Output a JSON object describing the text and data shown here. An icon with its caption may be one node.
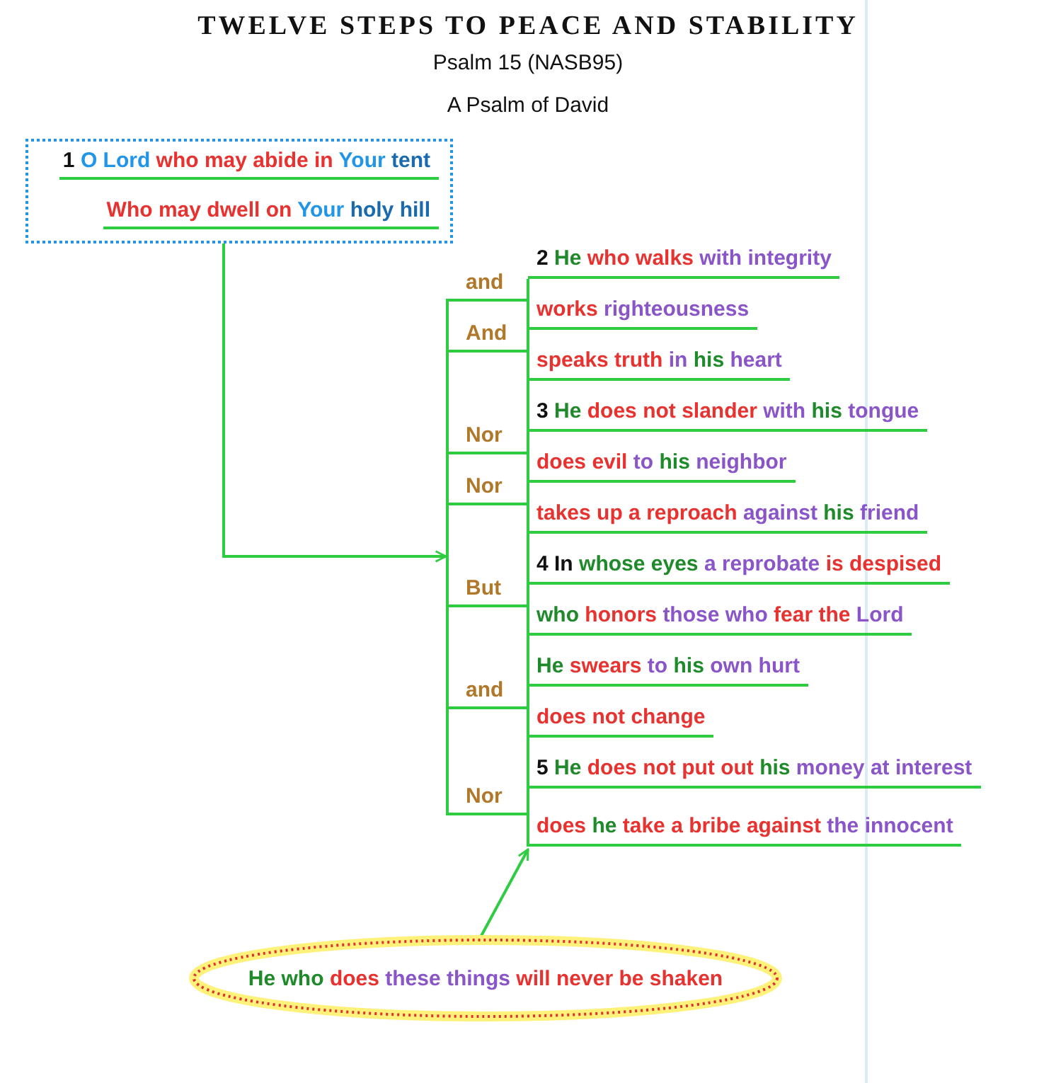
{
  "diagram": {
    "title": "TWELVE STEPS TO PEACE AND STABILITY",
    "nodes": [
      {
        "text": [
          "1 O Lord who may abide in Your tent",
          "Who may dwell on Your holy hill"
        ]
      },
      {
        "text": [
          "2 He who walks with integrity"
        ]
      },
      {
        "text": [
          "works righteousness"
        ]
      },
      {
        "text": [
          "speaks truth in his heart"
        ]
      },
      {
        "text": [
          "3 He does not slander with his tongue"
        ]
      },
      {
        "text": [
          "does evil to his neighbor"
        ]
      },
      {
        "text": [
          "takes up a reproach against his friend"
        ]
      },
      {
        "text": [
          "4 In whose eyes a reprobate is despised"
        ]
      },
      {
        "text": [
          "who honors those who fear the Lord"
        ]
      },
      {
        "text": [
          "He swears to his own hurt"
        ]
      },
      {
        "text": [
          "does not change"
        ]
      },
      {
        "text": [
          "5 He does not put out his money at interest"
        ]
      },
      {
        "text": [
          "does he take a bribe against the innocent"
        ]
      },
      {
        "text": [
          "He who does these things will never be shaken"
        ]
      },
      {
        "text": [],
        "shape": "bar"
      }
    ],
    "edges": [
      {
        "from": 0,
        "to": 14,
        "arrow": "to"
      },
      {
        "from": 13,
        "to": 12,
        "arrow": "to"
      }
    ],
    "labels": [
      "Psalm 15 (NASB95)",
      "A Psalm of David",
      "and",
      "And",
      "Nor",
      "Nor",
      "But",
      "and",
      "Nor"
    ]
  }
}
